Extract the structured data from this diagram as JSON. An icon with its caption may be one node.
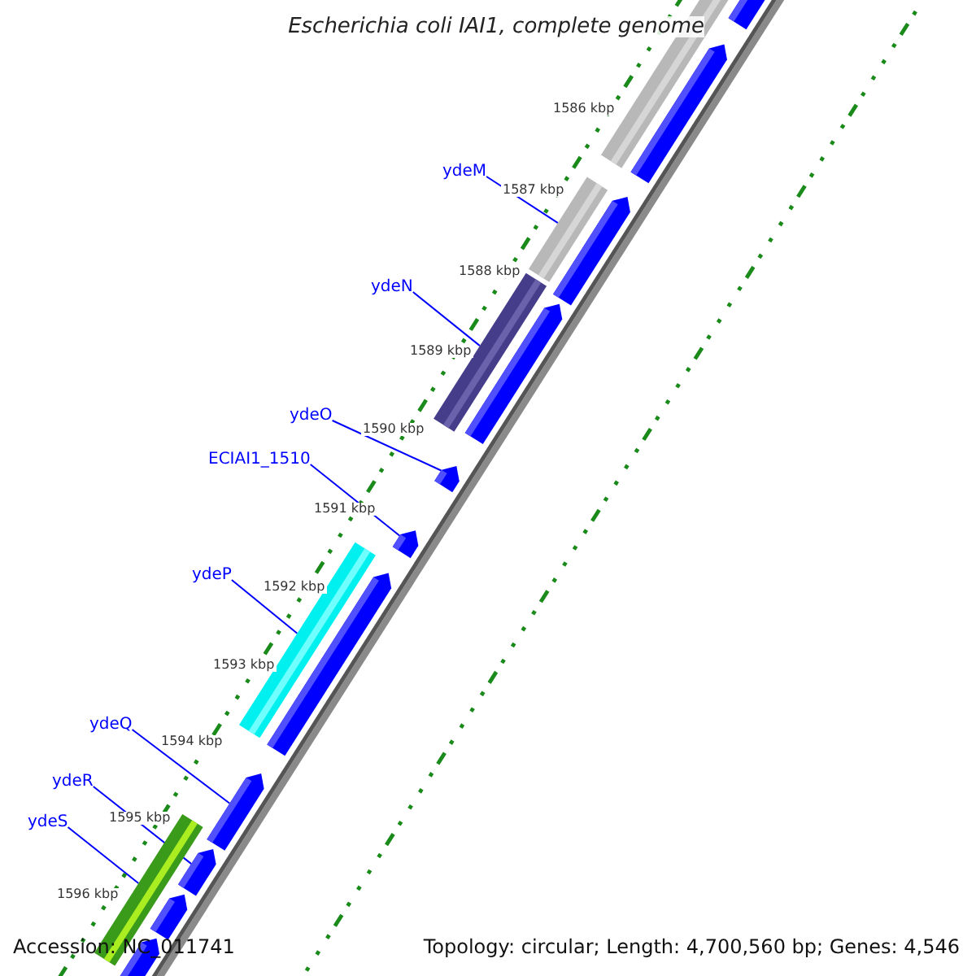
{
  "diagram": {
    "title": "Escherichia coli IAI1, complete genome",
    "nodes": [
      {
        "text": [
          "ydeM"
        ]
      },
      {
        "text": [
          "ydeN"
        ]
      },
      {
        "text": [
          "ydeO"
        ]
      },
      {
        "text": [
          "ECIAI1_1510"
        ]
      },
      {
        "text": [
          "ydeP"
        ]
      },
      {
        "text": [
          "ydeQ"
        ]
      },
      {
        "text": [
          "ydeR"
        ]
      },
      {
        "text": [
          "ydeS"
        ]
      },
      {
        "text": [],
        "shape": "bar"
      },
      {
        "text": [],
        "shape": "bar"
      },
      {
        "text": [],
        "shape": "bar"
      },
      {
        "text": [],
        "shape": "bar"
      },
      {
        "text": [],
        "shape": "bar"
      },
      {
        "text": [],
        "shape": "bar"
      },
      {
        "text": [],
        "shape": "bar"
      },
      {
        "text": [],
        "shape": "bar"
      }
    ],
    "edges": [
      {
        "from": 0,
        "to": 8,
        "arrow": "none"
      },
      {
        "from": 1,
        "to": 9,
        "arrow": "none"
      },
      {
        "from": 2,
        "to": 10,
        "arrow": "none"
      },
      {
        "from": 3,
        "to": 11,
        "arrow": "none"
      },
      {
        "from": 4,
        "to": 12,
        "arrow": "none"
      },
      {
        "from": 5,
        "to": 13,
        "arrow": "none"
      },
      {
        "from": 6,
        "to": 14,
        "arrow": "none"
      },
      {
        "from": 7,
        "to": 15,
        "arrow": "none"
      }
    ],
    "labels": [
      "1586 kbp",
      "1587 kbp",
      "1588 kbp",
      "1589 kbp",
      "1590 kbp",
      "1591 kbp",
      "1592 kbp",
      "1593 kbp",
      "1594 kbp",
      "1595 kbp",
      "1596 kbp",
      "Accession: NC_011741",
      "Topology: circular; Length: 4,700,560 bp; Genes: 4,546"
    ]
  }
}
